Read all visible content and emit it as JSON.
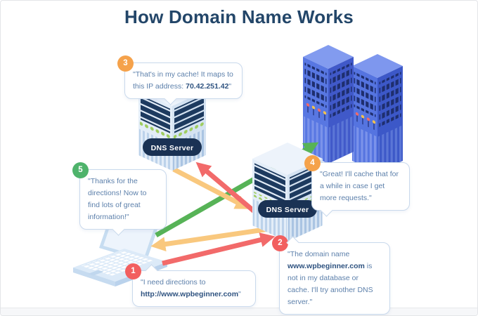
{
  "title": "How Domain Name Works",
  "servers": {
    "dns1_label": "DNS Server",
    "dns2_label": "DNS Server"
  },
  "bubbles": {
    "b1": {
      "num": "1",
      "pre": "\"I need directions to ",
      "bold": "http://www.wpbeginner.com",
      "post": "\""
    },
    "b2": {
      "num": "2",
      "pre": "\"The domain name ",
      "bold": "www.wpbeginner.com",
      "post": " is not in my database or cache. I'll try another DNS server.\""
    },
    "b3": {
      "num": "3",
      "pre": "\"That's in my cache! It maps to this IP address: ",
      "bold": "70.42.251.42",
      "post": "\""
    },
    "b4": {
      "num": "4",
      "text": "\"Great! I'll cache that for a while in case I get more requests.\""
    },
    "b5": {
      "num": "5",
      "text": "\"Thanks for the directions! Now to find lots of great information!\""
    }
  },
  "colors": {
    "title_navy": "#234669",
    "pill_navy": "#1a3254",
    "arrow_red": "#f26a6a",
    "arrow_orange": "#f9c87e",
    "arrow_green": "#57b357",
    "badge_orange": "#f5a24b",
    "badge_green": "#4eb36b",
    "badge_red": "#f25f5f",
    "web_server_blue": "#5877e2",
    "web_server_dark_blue": "#3c58c8",
    "bubble_border": "#c9d9ec",
    "bubble_text": "#5d80ab"
  }
}
